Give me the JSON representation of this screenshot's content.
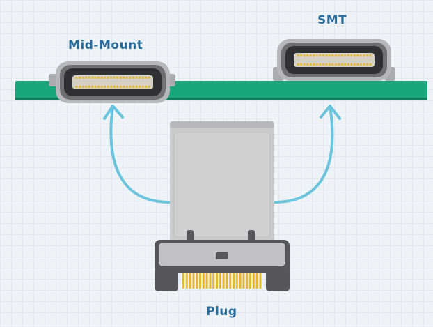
{
  "labels": {
    "mid_mount": "Mid-Mount",
    "smt": "SMT",
    "plug": "Plug"
  },
  "colors": {
    "background": "#eef3f8",
    "grid_line": "#d4deea",
    "pcb_green": "#19a67a",
    "pcb_dark": "#117e5c",
    "arrow_blue": "#6cc3dc",
    "label_blue": "#2b6d9a",
    "receptacle_shell": "#6f7072",
    "receptacle_inner": "#2e3033",
    "tongue": "#d6d0c2",
    "contact_gold": "#e5b72e",
    "plug_body": "#c9cacc",
    "plug_dark": "#55575a"
  },
  "icons": {
    "connectors": [
      "usb-c-receptacle-icon",
      "usb-c-receptacle-icon",
      "usb-c-plug-icon"
    ],
    "arrows": [
      "curved-arrow-icon",
      "curved-arrow-icon"
    ]
  }
}
